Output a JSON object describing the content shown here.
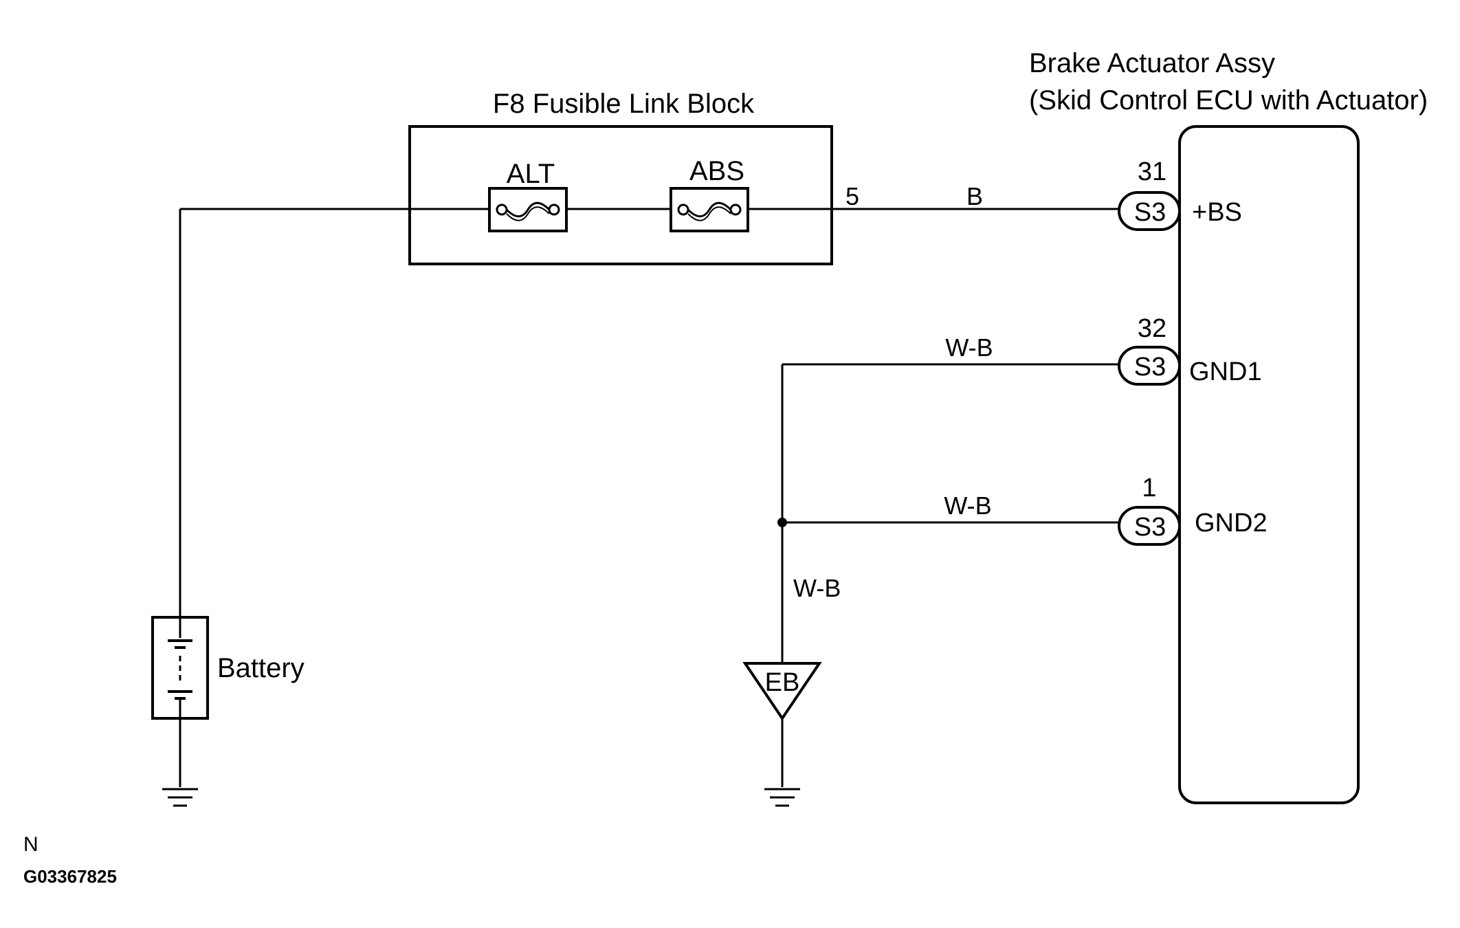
{
  "fusible_link_block": {
    "title": "F8 Fusible Link Block",
    "fuse_alt": "ALT",
    "fuse_abs": "ABS",
    "terminal": "5"
  },
  "wires": {
    "power": "B",
    "gnd1": "W-B",
    "gnd2": "W-B",
    "ground_drop": "W-B"
  },
  "ecu": {
    "title_line1": "Brake Actuator Assy",
    "title_line2": "(Skid Control ECU with Actuator)",
    "pins": [
      {
        "number": "31",
        "connector": "S3",
        "name": "+BS"
      },
      {
        "number": "32",
        "connector": "S3",
        "name": "GND1"
      },
      {
        "number": "1",
        "connector": "S3",
        "name": "GND2"
      }
    ]
  },
  "battery": {
    "label": "Battery"
  },
  "ground_point": {
    "label": "EB"
  },
  "footer": {
    "code": "N",
    "figure_id": "G03367825"
  }
}
